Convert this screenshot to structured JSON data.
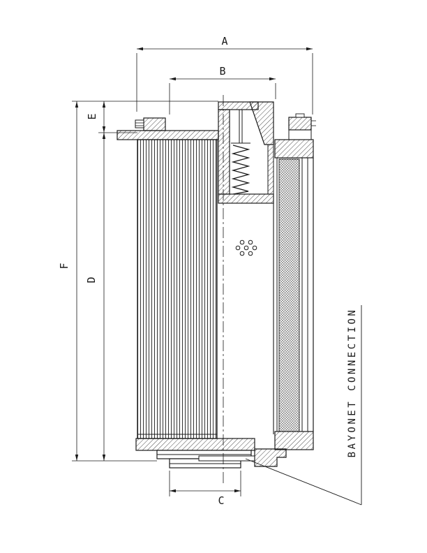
{
  "colors": {
    "ink": "#1a1a1a",
    "background": "#ffffff"
  },
  "drawing": {
    "annotation": "BAYONET CONNECTION",
    "dimensions": {
      "a": "A",
      "b": "B",
      "c": "C",
      "d": "D",
      "e": "E",
      "f": "F"
    }
  }
}
